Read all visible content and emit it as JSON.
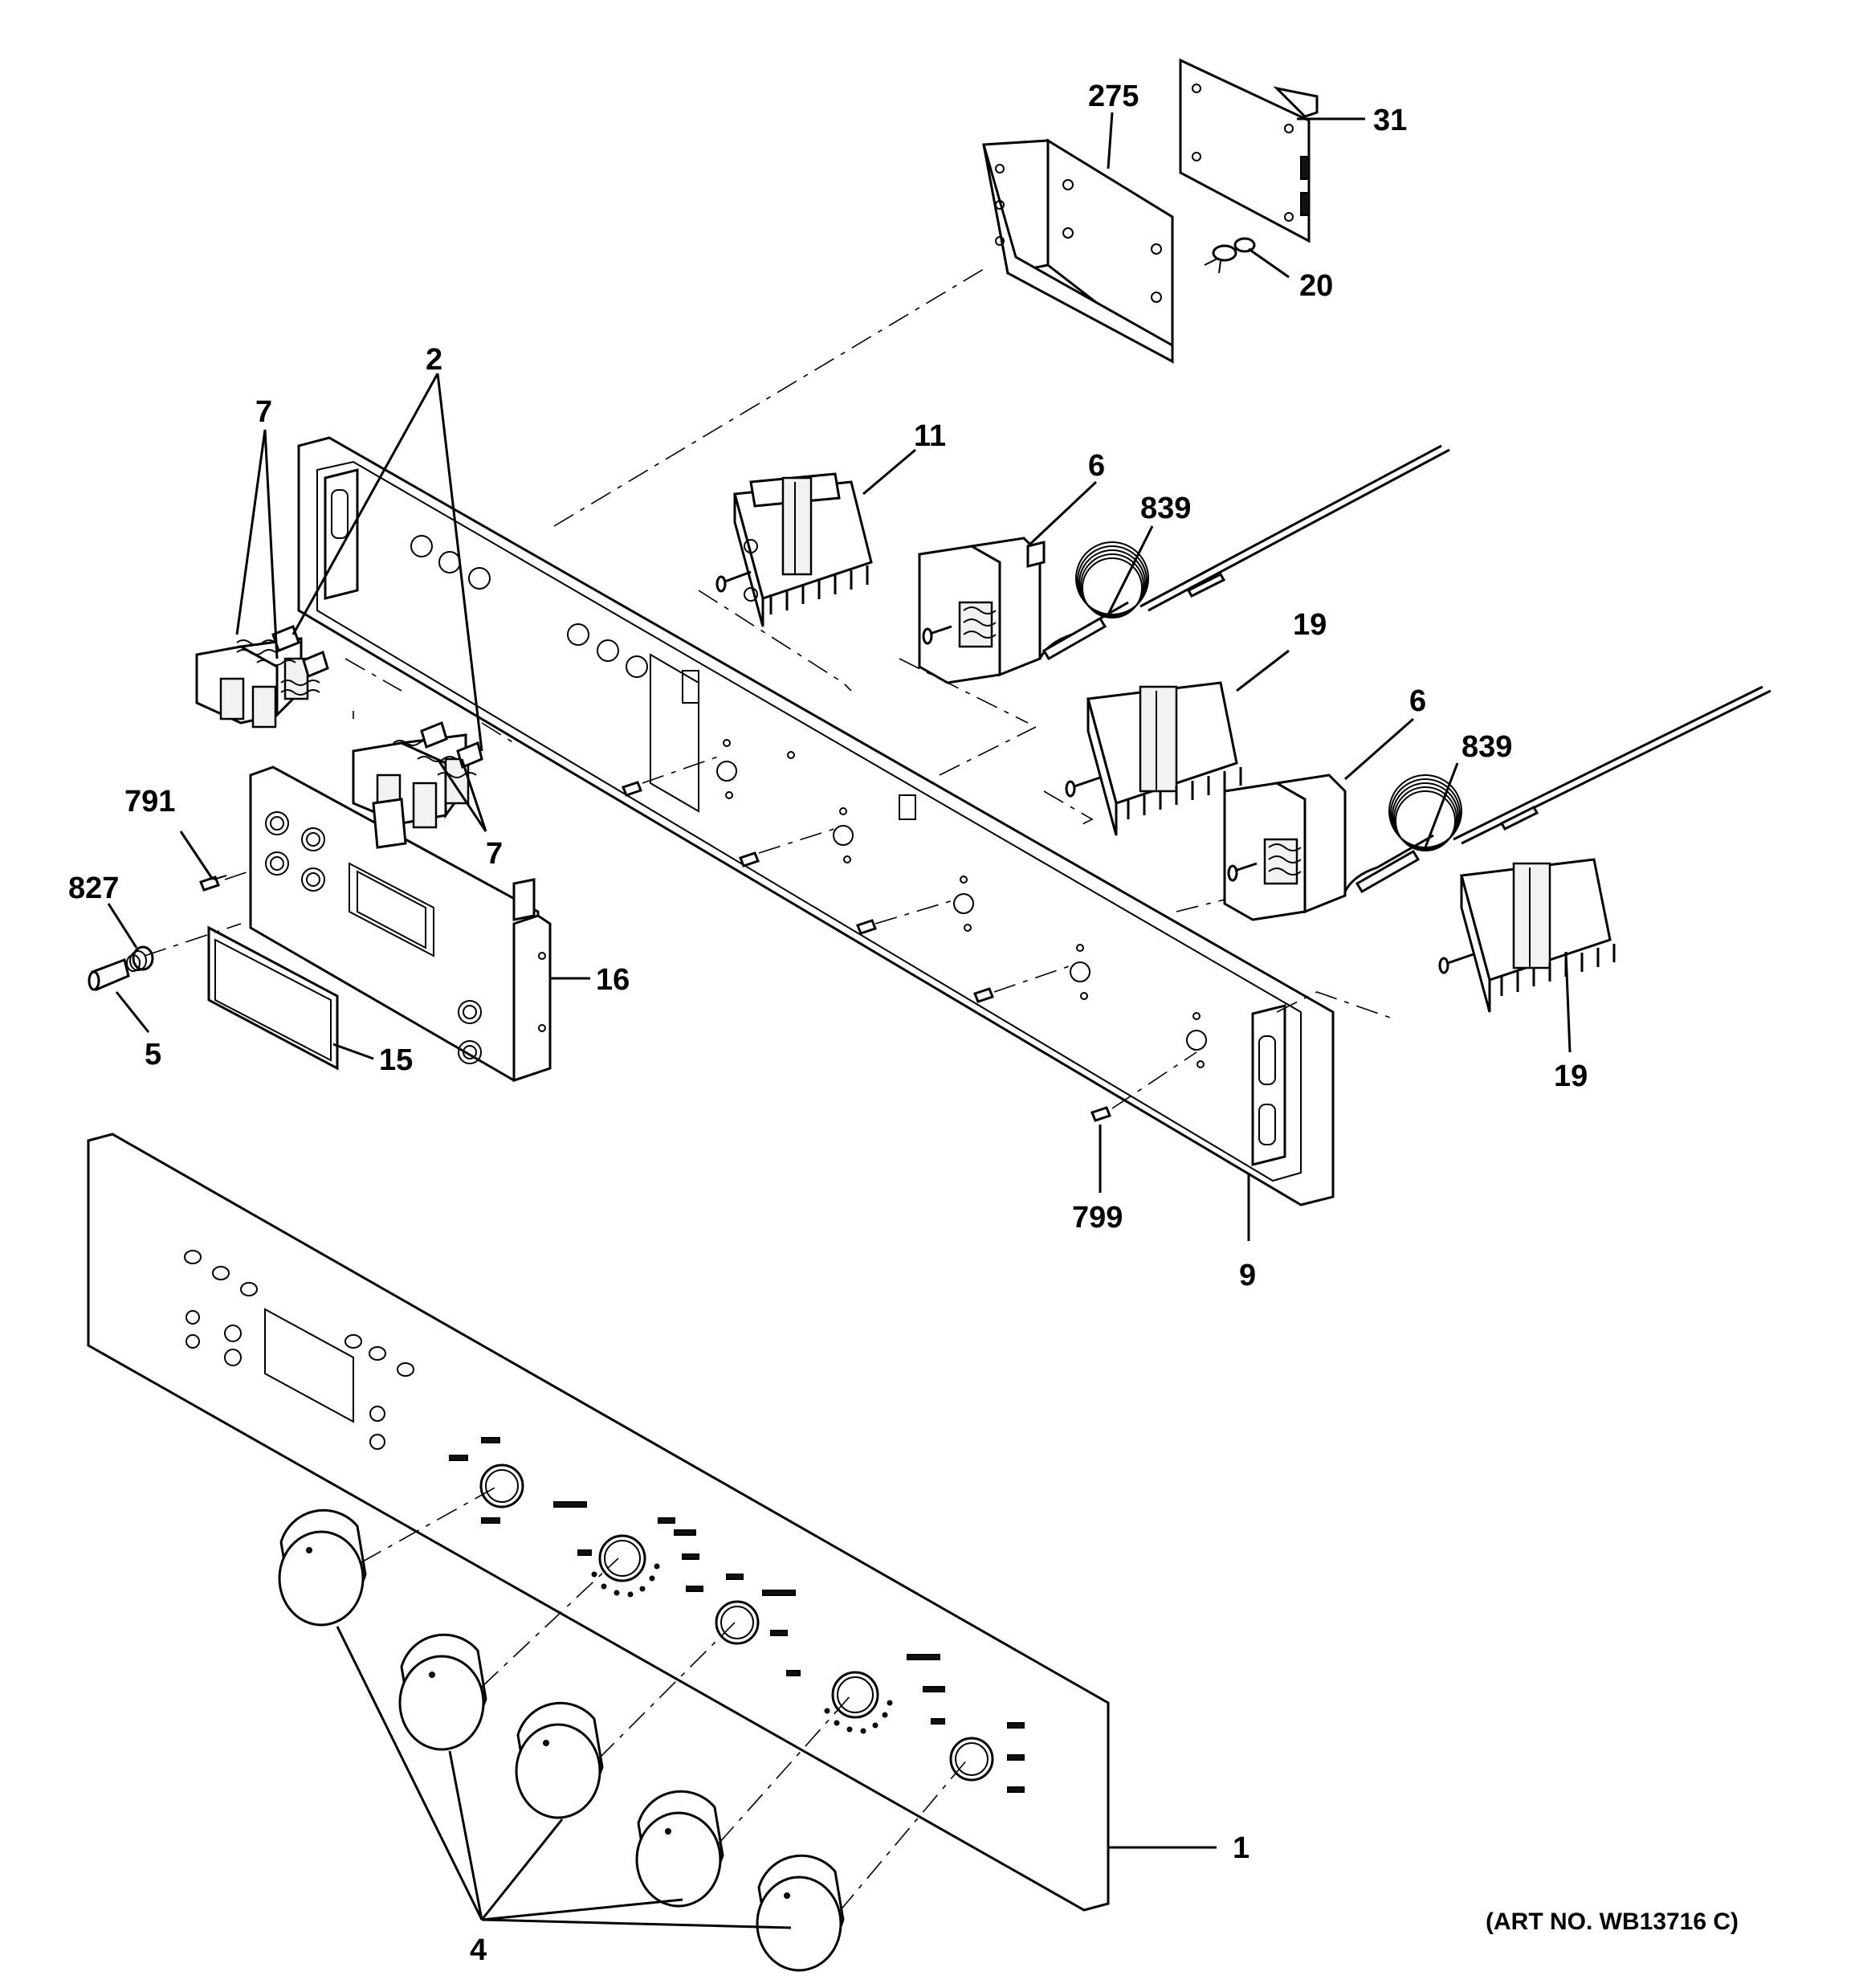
{
  "labels": {
    "p275": "275",
    "p31": "31",
    "p20": "20",
    "p2": "2",
    "p7_top": "7",
    "p11": "11",
    "p6_top": "6",
    "p839_top": "839",
    "p19_mid": "19",
    "p6_mid": "6",
    "p839_mid": "839",
    "p7_mid": "7",
    "p791": "791",
    "p827": "827",
    "p16": "16",
    "p5": "5",
    "p15": "15",
    "p19_right": "19",
    "p799": "799",
    "p9": "9",
    "p1": "1",
    "p4": "4"
  },
  "art_number": "(ART NO. WB13716 C)"
}
